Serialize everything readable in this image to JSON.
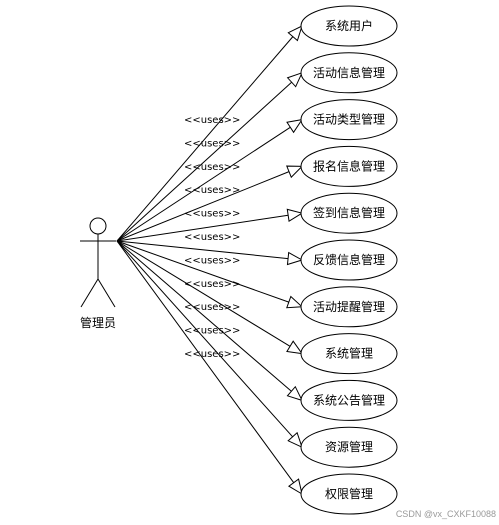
{
  "actor": {
    "label": "管理员"
  },
  "stereotype": "<<uses>>",
  "use_cases": [
    "系统用户",
    "活动信息管理",
    "活动类型管理",
    "报名信息管理",
    "签到信息管理",
    "反馈信息管理",
    "活动提醒管理",
    "系统管理",
    "系统公告管理",
    "资源管理",
    "权限管理"
  ],
  "watermark": "CSDN @vx_CXKF10088",
  "colors": {
    "stroke": "#000000",
    "fill": "#ffffff",
    "watermark": "#9a9a9a"
  }
}
